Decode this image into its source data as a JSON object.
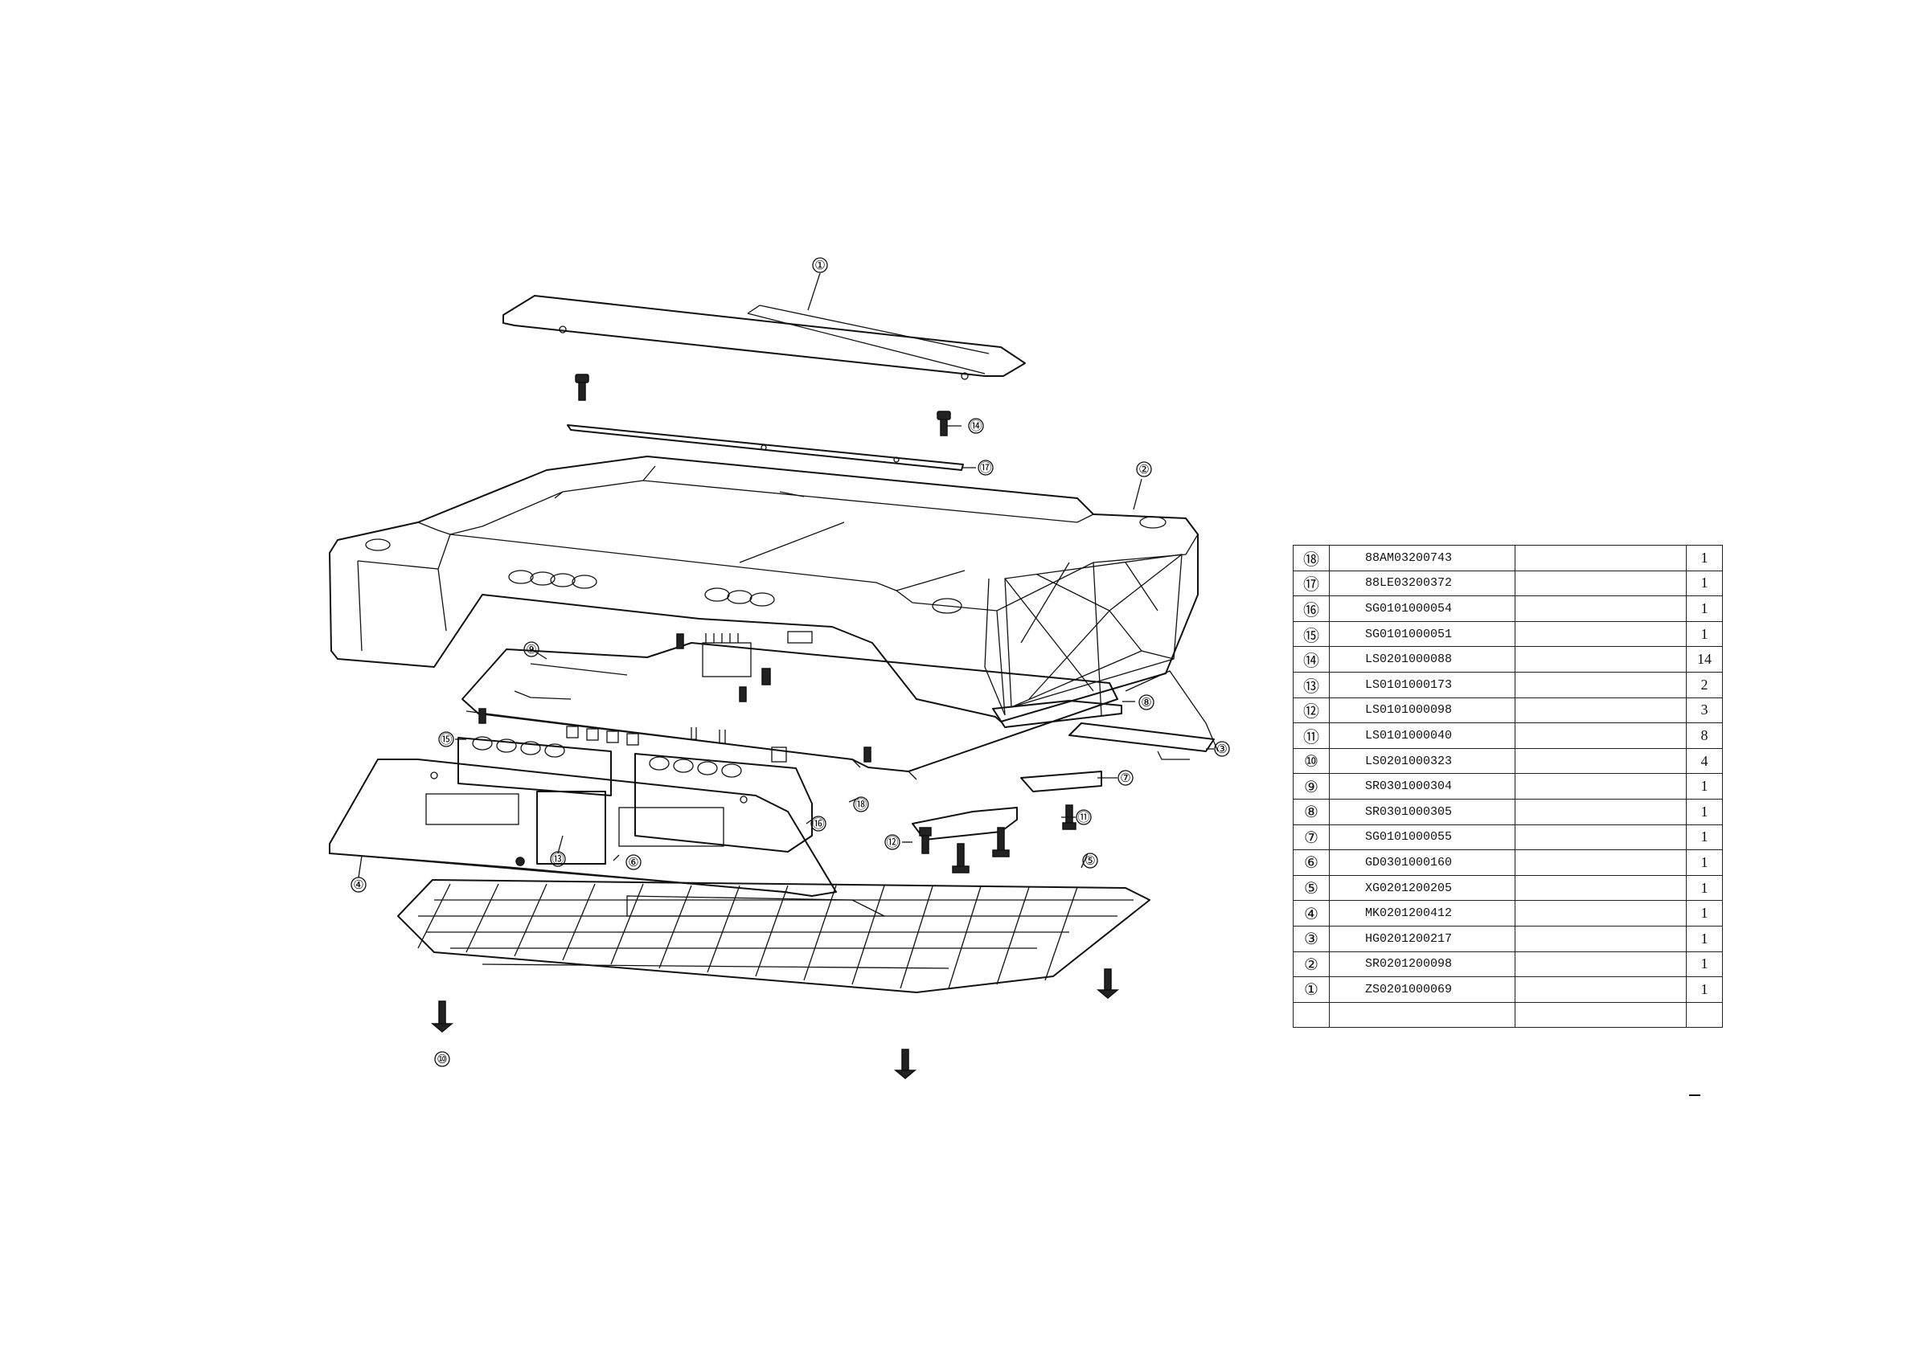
{
  "callouts": [
    "①",
    "②",
    "③",
    "④",
    "⑤",
    "⑥",
    "⑦",
    "⑧",
    "⑨",
    "⑩",
    "⑪",
    "⑫",
    "⑬",
    "⑭",
    "⑮",
    "⑯",
    "⑰",
    "⑱"
  ],
  "bom": {
    "rows": [
      {
        "no": "⑱",
        "code": "88AM03200743",
        "desc": "",
        "qty": "1"
      },
      {
        "no": "⑰",
        "code": "88LE03200372",
        "desc": "",
        "qty": "1"
      },
      {
        "no": "⑯",
        "code": "SG0101000054",
        "desc": "",
        "qty": "1"
      },
      {
        "no": "⑮",
        "code": "SG0101000051",
        "desc": "",
        "qty": "1"
      },
      {
        "no": "⑭",
        "code": "LS0201000088",
        "desc": "",
        "qty": "14"
      },
      {
        "no": "⑬",
        "code": "LS0101000173",
        "desc": "",
        "qty": "2"
      },
      {
        "no": "⑫",
        "code": "LS0101000098",
        "desc": "",
        "qty": "3"
      },
      {
        "no": "⑪",
        "code": "LS0101000040",
        "desc": "",
        "qty": "8"
      },
      {
        "no": "⑩",
        "code": "LS0201000323",
        "desc": "",
        "qty": "4"
      },
      {
        "no": "⑨",
        "code": "SR0301000304",
        "desc": "",
        "qty": "1"
      },
      {
        "no": "⑧",
        "code": "SR0301000305",
        "desc": "",
        "qty": "1"
      },
      {
        "no": "⑦",
        "code": "SG0101000055",
        "desc": "",
        "qty": "1"
      },
      {
        "no": "⑥",
        "code": "GD0301000160",
        "desc": "",
        "qty": "1"
      },
      {
        "no": "⑤",
        "code": "XG0201200205",
        "desc": "",
        "qty": "1"
      },
      {
        "no": "④",
        "code": "MK0201200412",
        "desc": "",
        "qty": "1"
      },
      {
        "no": "③",
        "code": "HG0201200217",
        "desc": "",
        "qty": "1"
      },
      {
        "no": "②",
        "code": "SR0201200098",
        "desc": "",
        "qty": "1"
      },
      {
        "no": "①",
        "code": "ZS0201000069",
        "desc": "",
        "qty": "1"
      },
      {
        "no": "",
        "code": "",
        "desc": "",
        "qty": ""
      }
    ]
  }
}
